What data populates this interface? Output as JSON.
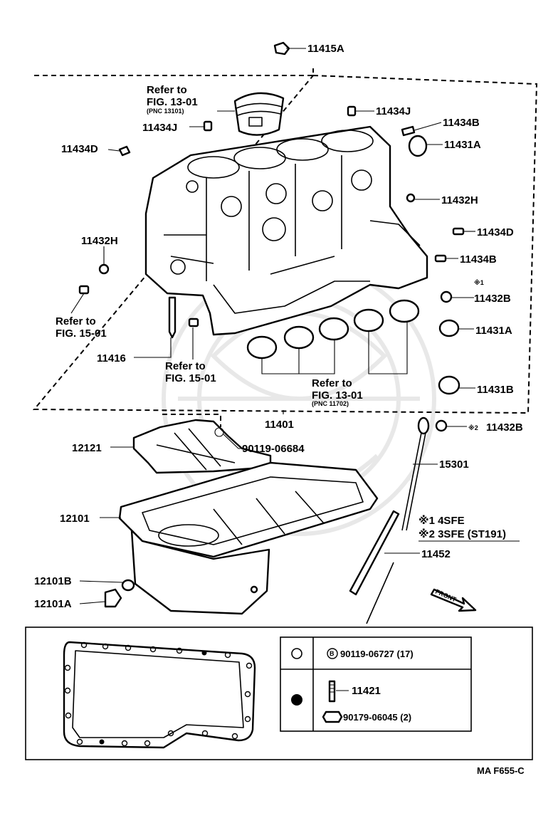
{
  "labels": {
    "p11415A": "11415A",
    "p11434J_top": "11434J",
    "p11434B_top": "11434B",
    "p11431A_top": "11431A",
    "p11434J_mid": "11434J",
    "p11434D_left": "11434D",
    "p11432H_right": "11432H",
    "p11434D_right": "11434D",
    "p11432H_left": "11432H",
    "p11434B_right": "11434B",
    "mark1_top": "※1",
    "p11432B_mid": "11432B",
    "p11431A_mid": "11431A",
    "p11416": "11416",
    "p11431B": "11431B",
    "p11401": "11401",
    "p11432B_low": "11432B",
    "mark2_low": "※2",
    "p12121": "12121",
    "p90119_06684": "90119-06684",
    "p15301": "15301",
    "p12101": "12101",
    "note1": "※1 4SFE",
    "note2": "※2 3SFE (ST191)",
    "p11452": "11452",
    "p12101B": "12101B",
    "p12101A": "12101A",
    "front": "FRONT",
    "figure_code": "MA F655-C"
  },
  "refs": {
    "piston": {
      "line1": "Refer to",
      "line2": "FIG. 13-01",
      "pnc": "(PNC 13101)"
    },
    "left": {
      "line1": "Refer to",
      "line2": "FIG. 15-01"
    },
    "mid": {
      "line1": "Refer to",
      "line2": "FIG. 15-01"
    },
    "bearing": {
      "line1": "Refer to",
      "line2": "FIG. 13-01",
      "pnc": "(PNC 11702)"
    }
  },
  "legend_table": {
    "rows": [
      {
        "symbol": "open-circle",
        "items": [
          {
            "code": "90119-06727 (17)",
            "marker": "B"
          }
        ]
      },
      {
        "symbol": "filled-circle",
        "items": [
          {
            "code": "11421"
          },
          {
            "code": "90179-06045 (2)"
          }
        ]
      }
    ]
  },
  "colors": {
    "ink": "#000000",
    "paper": "#ffffff",
    "watermark": "#e6e6e6"
  }
}
